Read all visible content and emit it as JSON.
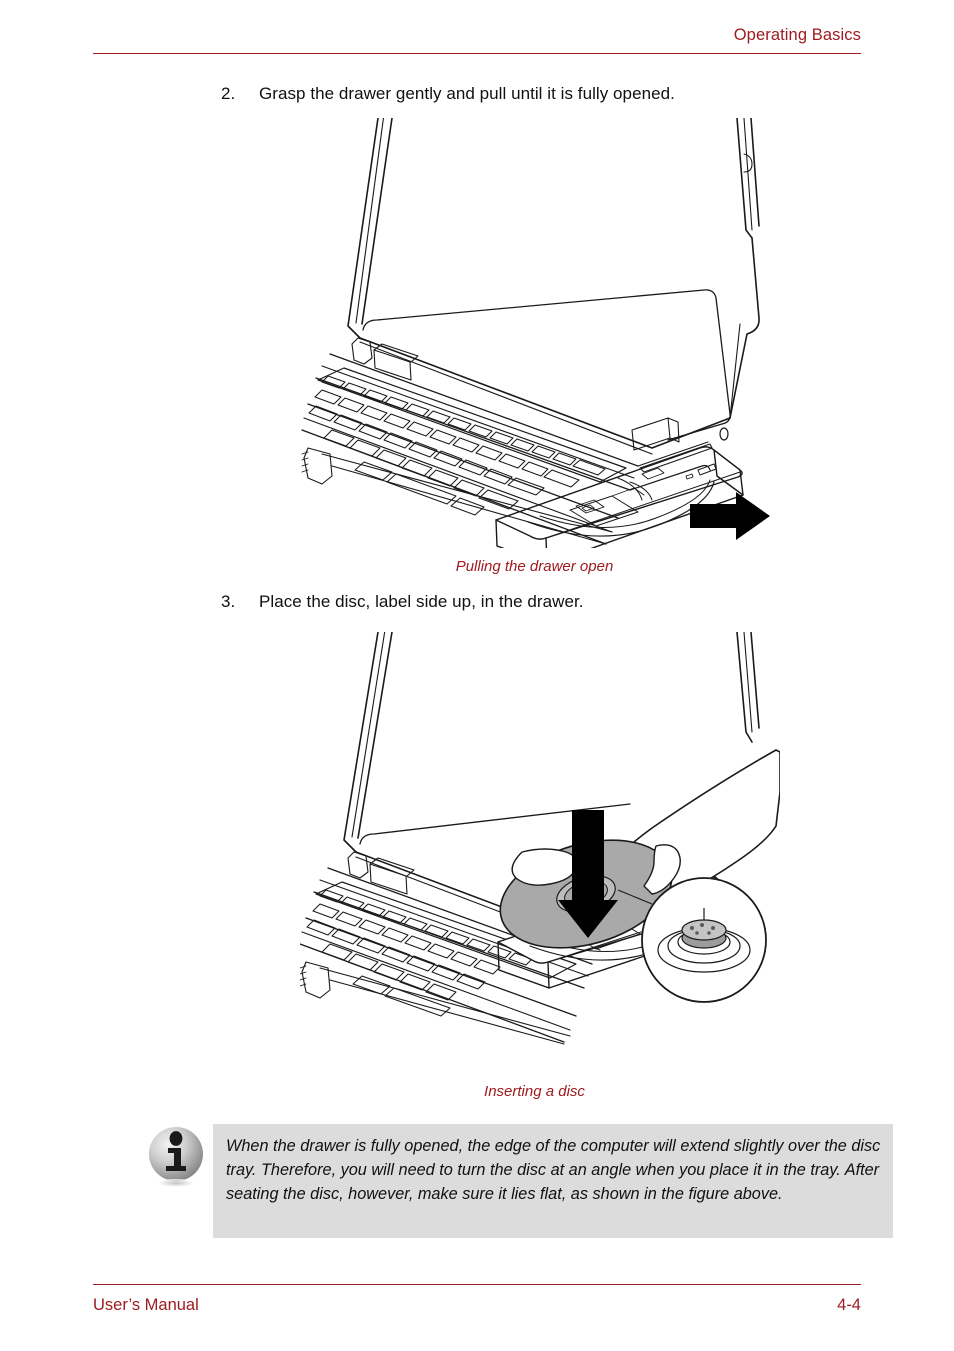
{
  "header": {
    "title": "Operating Basics"
  },
  "steps": [
    {
      "number": "2.",
      "text": "Grasp the drawer gently and pull until it is fully opened."
    },
    {
      "number": "3.",
      "text": "Place the disc, label side up, in the drawer."
    }
  ],
  "figures": [
    {
      "caption": "Pulling the drawer open",
      "alt": "Line drawing of a notebook computer with the optical disc drawer pulled open and a black arrow pointing outward to the right"
    },
    {
      "caption": "Inserting a disc",
      "alt": "Line drawing of a hand holding a disc above the open optical disc drawer with a black downward arrow and a magnified callout of the spindle hub"
    }
  ],
  "note": {
    "icon": "info-icon",
    "text": "When the drawer is fully opened, the edge of the computer will extend slightly over the disc tray. Therefore, you will need to turn the disc at an angle when you place it in the tray. After seating the disc, however, make sure it lies flat, as shown in the figure above."
  },
  "footer": {
    "left": "User’s Manual",
    "page": "4-4"
  },
  "colors": {
    "accent_red": "#9e1b20",
    "note_background": "#dcdcdc",
    "text": "#111111",
    "disc_gray": "#a9a9a9",
    "line": "#1a1a1a"
  }
}
